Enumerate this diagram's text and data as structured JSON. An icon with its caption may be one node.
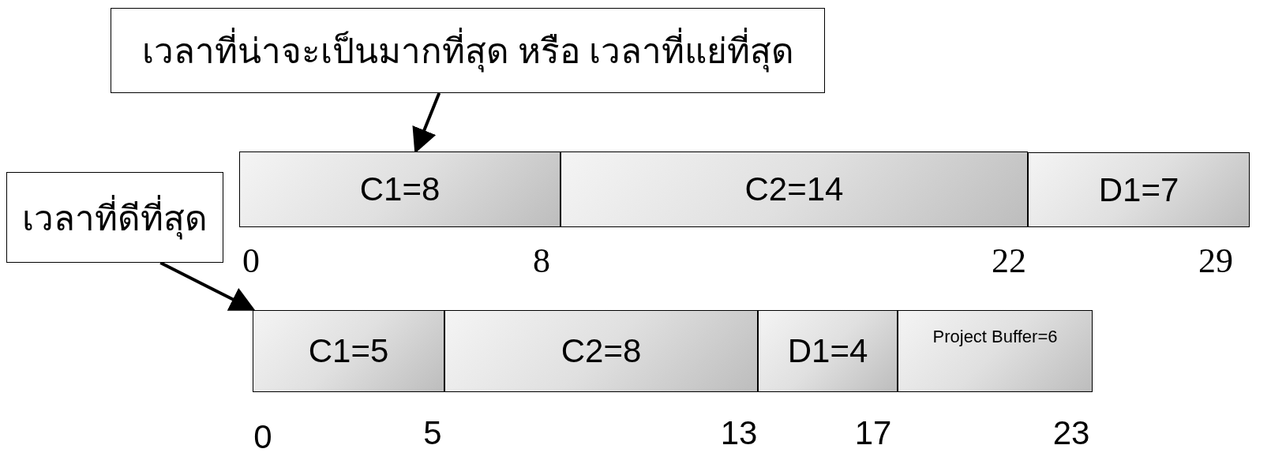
{
  "diagram": {
    "nodes": [
      {
        "text": [
          "เวลาที่น่าจะเป็นมากที่สุด หรือ เวลาที่แย่ที่สุด"
        ]
      },
      {
        "text": [
          "C1=8"
        ]
      },
      {
        "text": [
          "C2=14"
        ]
      },
      {
        "text": [
          "D1=7"
        ]
      },
      {
        "text": [
          "เวลาที่ดีที่สุด"
        ]
      },
      {
        "text": [
          "C1=5"
        ]
      },
      {
        "text": [
          "C2=8"
        ]
      },
      {
        "text": [
          "D1=4"
        ]
      },
      {
        "text": [
          "Project Buffer=6"
        ]
      }
    ],
    "edges": [
      {
        "from": 0,
        "to": 1,
        "arrow": "to"
      },
      {
        "from": 4,
        "to": 5,
        "arrow": "to"
      }
    ],
    "labels": [
      "0",
      "8",
      "22",
      "29",
      "0",
      "5",
      "13",
      "17",
      "23"
    ]
  }
}
